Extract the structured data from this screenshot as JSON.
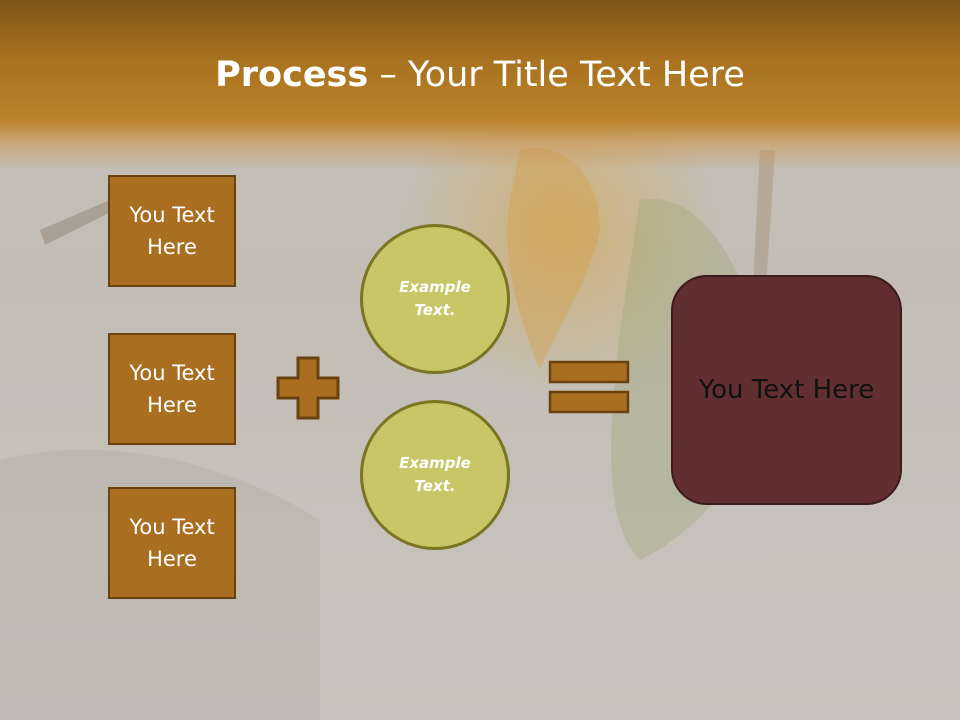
{
  "title": {
    "bold": "Process",
    "rest": " – Your Title Text Here"
  },
  "inputs": [
    {
      "label": "You Text Here"
    },
    {
      "label": "You Text Here"
    },
    {
      "label": "You Text Here"
    }
  ],
  "examples": [
    {
      "label": "Example Text."
    },
    {
      "label": "Example Text."
    }
  ],
  "result": {
    "label": "You Text Here"
  },
  "colors": {
    "header": "#b07a24",
    "box_fill": "#a96e20",
    "circle_fill": "#c9c667",
    "result_fill": "#622f30"
  }
}
